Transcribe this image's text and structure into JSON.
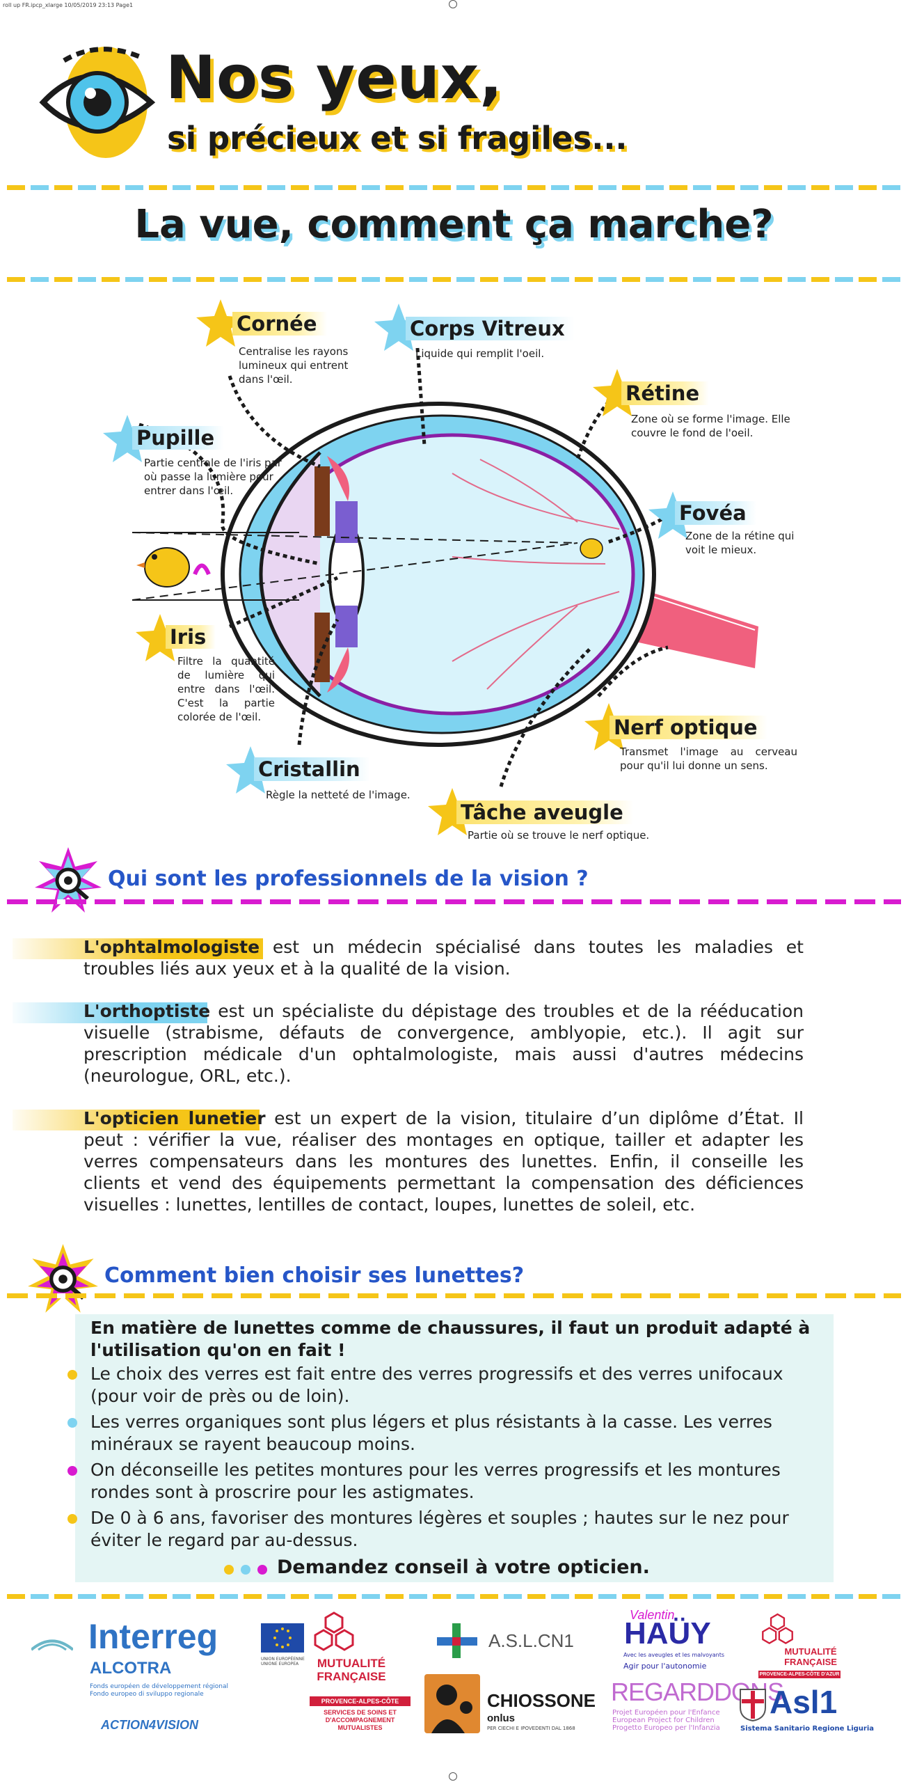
{
  "header": {
    "print_marks": "roll up FR.ipcp_xlarge  10/05/2019  23:13  Page1",
    "title": "Nos yeux,",
    "subtitle": "si précieux et si fragiles...",
    "section_title": "La vue, comment ça marche?"
  },
  "diagram": {
    "cornee": {
      "label": "Cornée",
      "desc": "Centralise les rayons lumineux qui entrent dans l'œil."
    },
    "corps_vitreux": {
      "label": "Corps Vitreux",
      "desc": "Liquide qui remplit l'oeil."
    },
    "retine": {
      "label": "Rétine",
      "desc": "Zone où se forme l'image. Elle couvre le fond de l'oeil."
    },
    "pupille": {
      "label": "Pupille",
      "desc": "Partie centrale de l'iris par où passe la lumière pour entrer dans l'œil."
    },
    "fovea": {
      "label": "Fovéa",
      "desc": "Zone de la rétine qui voit le mieux."
    },
    "iris": {
      "label": "Iris",
      "desc": "Filtre la quantité de lumière qui entre dans l'œil. C'est la partie colorée de l'œil."
    },
    "nerf_optique": {
      "label": "Nerf optique",
      "desc": "Transmet l'image au cerveau pour qu'il lui donne un sens."
    },
    "cristallin": {
      "label": "Cristallin",
      "desc": "Règle la netteté de l'image."
    },
    "tache_aveugle": {
      "label": "Tâche aveugle",
      "desc": "Partie où se trouve le nerf optique."
    }
  },
  "professionals": {
    "title": "Qui sont les professionnels de la vision ?",
    "ophtalmo_term": "L'ophtalmologiste",
    "ophtalmo_text": " est un médecin spécialisé dans toutes les maladies et troubles liés aux yeux et à la qualité de la vision.",
    "orthoptiste_term": "L'orthoptiste",
    "orthoptiste_text": " est un spécialiste du dépistage des troubles et de la rééducation visuelle (strabisme, défauts de convergence, amblyopie, etc.). Il agit sur prescription médicale d'un ophtalmologiste, mais aussi d'autres médecins (neurologue, ORL, etc.).",
    "opticien_term": "L'opticien lunetier",
    "opticien_text": " est un expert de la vision, titulaire d’un diplôme d’État. Il peut : vérifier la vue, réaliser des montages en optique, tailler et adapter les verres compensateurs dans les montures des lunettes. Enfin, il conseille les clients et vend des équipements permettant la compensation des déficiences visuelles : lunettes, lentilles de contact, loupes, lunettes de soleil, etc."
  },
  "glasses": {
    "title": "Comment bien choisir ses lunettes?",
    "lead": "En matière de lunettes comme de chaussures, il faut un produit adapté à l'utilisation qu'on en fait !",
    "tips": [
      "Le choix des verres est fait entre des verres progressifs et des verres unifocaux (pour voir de près ou de loin).",
      "Les verres organiques sont plus légers et plus résistants à la casse. Les verres minéraux se rayent beaucoup moins.",
      "On déconseille les petites montures pour les verres progressifs et les montures rondes sont à proscrire pour les astigmates.",
      "De 0 à 6 ans, favoriser des montures légères et souples ; hautes sur le nez pour éviter le regard par au-dessus."
    ],
    "cta": "Demandez conseil à votre opticien."
  },
  "logos": {
    "interreg": "Interreg",
    "alcotra": "ALCOTRA",
    "interreg_sub1": "Fonds européen de développement régional",
    "interreg_sub2": "Fondo europeo di sviluppo regionale",
    "action4vision": "ACTION4VISION",
    "eu_caption1": "UNION EUROPÉENNE",
    "eu_caption2": "UNIONE EUROPEA",
    "mutualite": "MUTUALITÉ FRANÇAISE",
    "mutualite_region": "PROVENCE-ALPES-CÔTE D'AZUR",
    "mutualite_services": "SERVICES DE SOINS ET D'ACCOMPAGNEMENT MUTUALISTES",
    "asl": "A.S.L.CN1",
    "chiossone": "CHIOSSONE",
    "chiossone_onlus": "onlus",
    "chiossone_sub": "PER CIECHI E IPOVEDENTI DAL 1868",
    "valentin": "Valentin",
    "hauy": "HAÜY",
    "hauy_sub1": "Avec les aveugles et les malvoyants",
    "hauy_sub2": "Agir pour l'autonomie",
    "regarddons": "REGARDDONS",
    "regarddons_sub1": "Projet Européen pour l'Enfance",
    "regarddons_sub2": "European Project for Children",
    "regarddons_sub3": "Progetto Europeo per l'Infanzia",
    "mutualite2": "MUTUALITÉ FRANÇAISE",
    "mutualite2_region": "PROVENCE-ALPES-CÔTE D'AZUR",
    "asl1": "Asl1",
    "asl1_sub": "Sistema Sanitario Regione Liguria"
  },
  "colors": {
    "yellow": "#f5c518",
    "blue": "#7ed3f0",
    "magenta": "#d81bd0",
    "title_blue": "#2656c8"
  }
}
